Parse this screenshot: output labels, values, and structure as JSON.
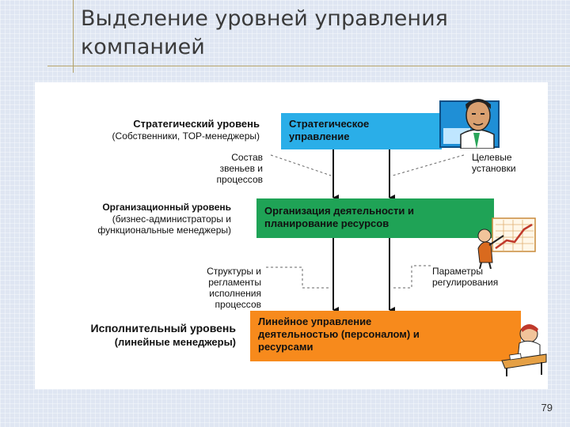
{
  "title": {
    "line1": "Выделение уровней управления",
    "line2": "компанией"
  },
  "levels": {
    "strategic": {
      "name": "Стратегический уровень",
      "sub": "(Собственники, TOP-менеджеры)"
    },
    "organizational": {
      "name": "Организационный уровень",
      "sub1": "(бизнес-администраторы и",
      "sub2": "функциональные менеджеры)"
    },
    "executive": {
      "name": "Исполнительный уровень",
      "sub": "(линейные менеджеры)"
    }
  },
  "boxes": {
    "strategic": {
      "line1": "Стратегическое",
      "line2": "управление"
    },
    "organizational": {
      "line1": "Организация деятельности и",
      "line2": "планирование ресурсов"
    },
    "executive": {
      "line1": "Линейное управление",
      "line2": "деятельностью (персоналом) и",
      "line3": "ресурсами"
    }
  },
  "annotations": {
    "composition": [
      "Состав",
      "звеньев и",
      "процессов"
    ],
    "targets": [
      "Целевые",
      "установки"
    ],
    "structures": [
      "Структуры и",
      "регламенты",
      "исполнения",
      "процессов"
    ],
    "parameters": [
      "Параметры",
      "регулирования"
    ]
  },
  "page_number": "79",
  "colors": {
    "strategic_box": "#2aaee8",
    "organizational_box": "#1fa356",
    "executive_box": "#f78a1c"
  },
  "icons": [
    "businessman-clipart",
    "presenter-chart-clipart",
    "desk-worker-clipart"
  ]
}
